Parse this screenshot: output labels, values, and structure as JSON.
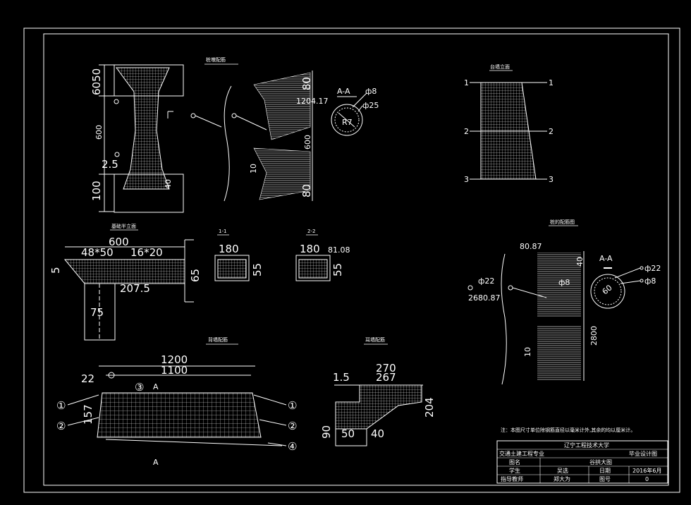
{
  "sheet": {
    "line_color": "#ffffff",
    "background": "#000000"
  },
  "views": {
    "pile_reinforcement": {
      "title": "桩墩配筋",
      "dims_left": [
        "6050",
        "600",
        "2.5",
        "100"
      ],
      "dim_40": "40",
      "detail_dims": [
        "80",
        "600",
        "80",
        "10"
      ],
      "dim_main": "1204.17",
      "section_label": "A-A",
      "phi8": "ф8",
      "phi25": "ф25",
      "radius": "R7"
    },
    "abutment_elevation": {
      "title": "台墙立面",
      "marks_left": [
        "1",
        "2",
        "3"
      ],
      "marks_right": [
        "1",
        "2",
        "3"
      ]
    },
    "foundation_elevation": {
      "title": "基础半立面",
      "dims": [
        "600",
        "48*50",
        "16*20",
        "5",
        "65",
        "207.5",
        "75"
      ],
      "section_1": "1-1",
      "section_2": "2-2",
      "s1_dims": [
        "180",
        "55"
      ],
      "s2_dims": [
        "180",
        "81.08",
        "55"
      ]
    },
    "pile_body": {
      "title": "桩的配筋图",
      "dims": [
        "80.87",
        "40",
        "ф22",
        "2680.87",
        "10",
        "2800",
        "ф8"
      ],
      "section_label": "A-A",
      "phi22": "ф22",
      "phi8": "ф8",
      "radius": "60"
    },
    "back_wall": {
      "title": "背墙配筋",
      "dims": [
        "1200",
        "1100",
        "22",
        "157"
      ],
      "section_mark": "A",
      "callouts_left": [
        "①",
        "②"
      ],
      "callouts_right": [
        "①",
        "②",
        "④"
      ],
      "center_mark": "③"
    },
    "ear_wall": {
      "title": "耳墙配筋",
      "dims": [
        "1.5",
        "270",
        "267",
        "204",
        "90",
        "50",
        "40"
      ]
    }
  },
  "note": "注：本图尺寸单位除钢筋直径以毫米计外,其余的均以厘米计。",
  "title_block": {
    "school": "辽宁工程技术大学",
    "major": "交通土建工程专业",
    "purpose": "毕业设计图",
    "label_drawing_name": "图名",
    "drawing_name": "谷拱大图",
    "label_student": "学生",
    "student": "吴选",
    "label_date": "日期",
    "date": "2016年6月",
    "label_advisor": "指导教师",
    "advisor": "郑大为",
    "label_number": "图号",
    "number": "0"
  }
}
